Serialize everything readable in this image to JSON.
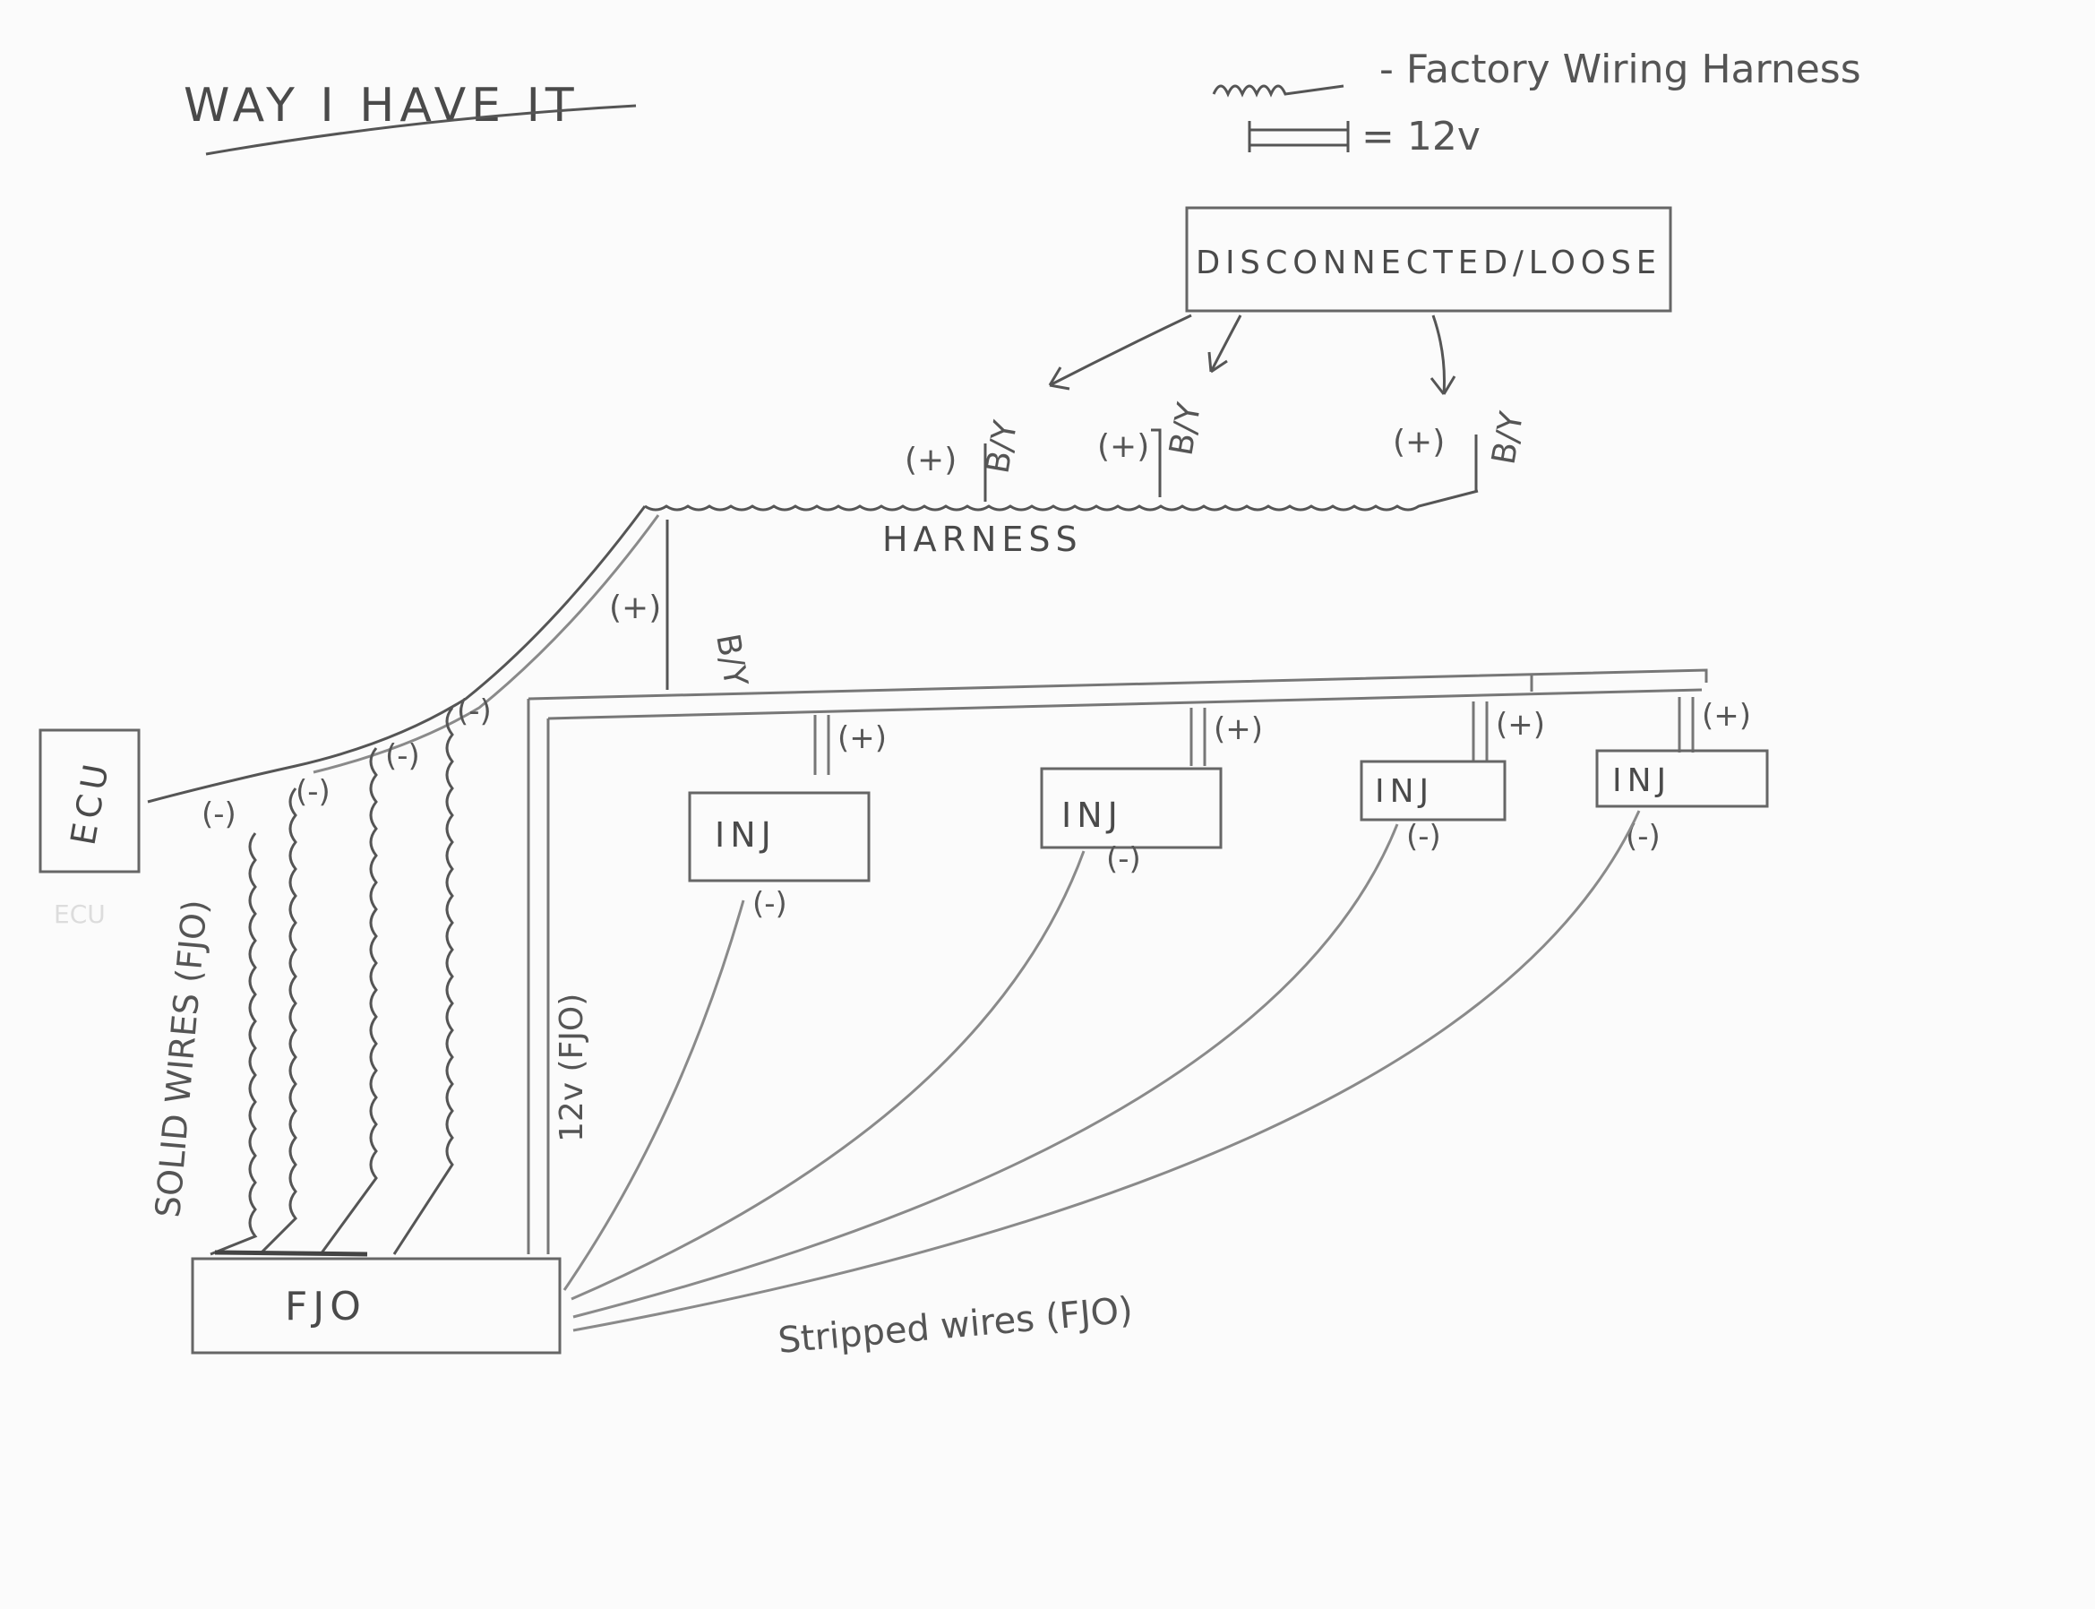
{
  "title": "WAY I HAVE IT",
  "legend": {
    "harness_label": "- Factory Wiring Harness",
    "power_label": "= 12v"
  },
  "labels": {
    "disconnected": "DISCONNECTED/LOOSE",
    "harness": "HARNESS",
    "ecu": "ECU",
    "ecu_ghost": "ECU",
    "fjo": "FJO",
    "solid_wires": "SOLID WIRES (FJO)",
    "power_wire": "12v (FJO)",
    "stripped_wires": "Stripped wires (FJO)",
    "by": "B/Y",
    "plus": "(+)",
    "minus": "(-)"
  },
  "injectors": [
    {
      "label": "INJ",
      "pos": "(+)",
      "neg": "(-)"
    },
    {
      "label": "INJ",
      "pos": "(+)",
      "neg": "(-)"
    },
    {
      "label": "INJ",
      "pos": "(+)",
      "neg": "(-)"
    },
    {
      "label": "INJ",
      "pos": "(+)",
      "neg": "(-)"
    }
  ],
  "colors": {
    "pencil": "#555555",
    "light_pencil": "#8a8a8a",
    "paper": "#fbfbfb"
  },
  "icons": [
    "squiggle-harness-symbol",
    "double-line-12v-symbol"
  ]
}
